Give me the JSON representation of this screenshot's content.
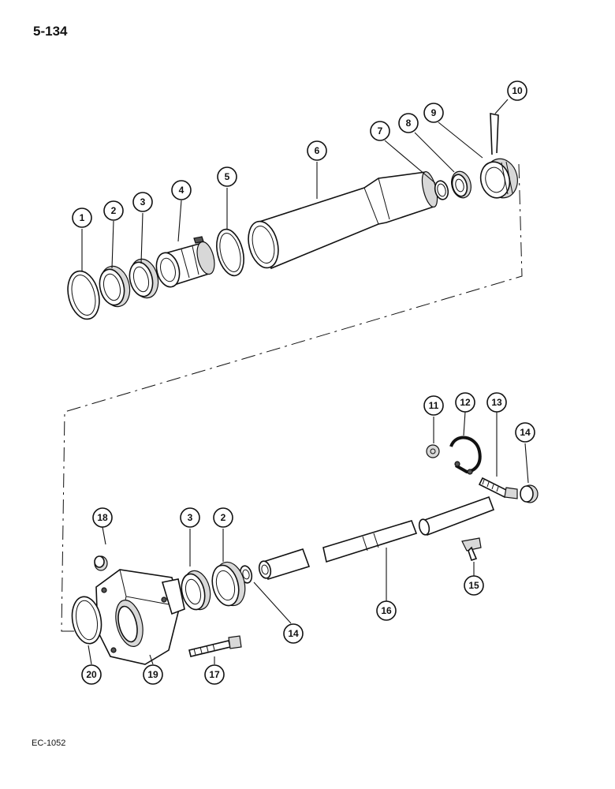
{
  "page": {
    "number": "5-134",
    "figure_code": "EC-1052"
  },
  "diagram": {
    "type": "exploded-parts-view",
    "callouts": [
      {
        "id": "c1",
        "label": "1"
      },
      {
        "id": "c2a",
        "label": "2"
      },
      {
        "id": "c3a",
        "label": "3"
      },
      {
        "id": "c4",
        "label": "4"
      },
      {
        "id": "c5",
        "label": "5"
      },
      {
        "id": "c6",
        "label": "6"
      },
      {
        "id": "c7",
        "label": "7"
      },
      {
        "id": "c8",
        "label": "8"
      },
      {
        "id": "c9",
        "label": "9"
      },
      {
        "id": "c10",
        "label": "10"
      },
      {
        "id": "c11",
        "label": "11"
      },
      {
        "id": "c12",
        "label": "12"
      },
      {
        "id": "c13",
        "label": "13"
      },
      {
        "id": "c14a",
        "label": "14"
      },
      {
        "id": "c18",
        "label": "18"
      },
      {
        "id": "c3b",
        "label": "3"
      },
      {
        "id": "c2b",
        "label": "2"
      },
      {
        "id": "c15",
        "label": "15"
      },
      {
        "id": "c16",
        "label": "16"
      },
      {
        "id": "c14b",
        "label": "14"
      },
      {
        "id": "c20",
        "label": "20"
      },
      {
        "id": "c19",
        "label": "19"
      },
      {
        "id": "c17",
        "label": "17"
      }
    ]
  }
}
